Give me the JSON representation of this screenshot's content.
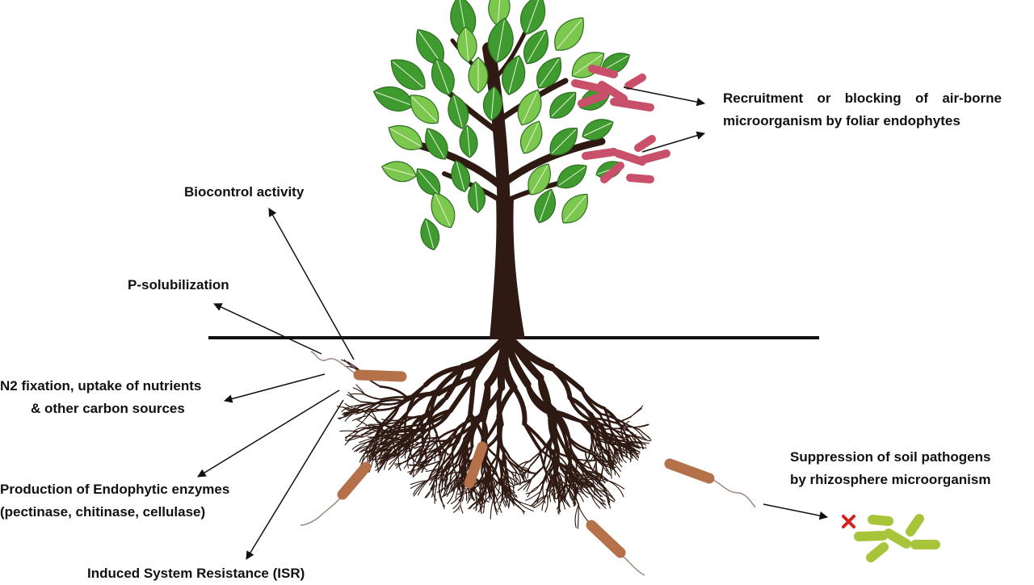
{
  "labels": {
    "recruitment": "Recruitment or blocking of air-borne microorganism by foliar endophytes",
    "biocontrol": "Biocontrol activity",
    "p_solubilization": "P-solubilization",
    "n2_fixation_line1": "N2 fixation, uptake of nutrients",
    "n2_fixation_line2": "& other carbon sources",
    "enzymes_line1": "Production of Endophytic enzymes",
    "enzymes_line2": "(pectinase, chitinase, cellulase)",
    "isr": "Induced System Resistance (ISR)",
    "suppression_line1": "Suppression of soil pathogens",
    "suppression_line2": "by rhizosphere microorganism"
  },
  "icons": {
    "blocked_marker": "red-x-icon"
  },
  "colors": {
    "leaf_dark": "#3f9a2f",
    "leaf_light": "#7cc74e",
    "trunk": "#2e1a12",
    "foliar_microbe": "#c9506a",
    "root_microbe": "#b5714a",
    "soil_pathogen": "#a8c43a",
    "blocked_marker": "#d62020",
    "ground_line": "#111111"
  }
}
